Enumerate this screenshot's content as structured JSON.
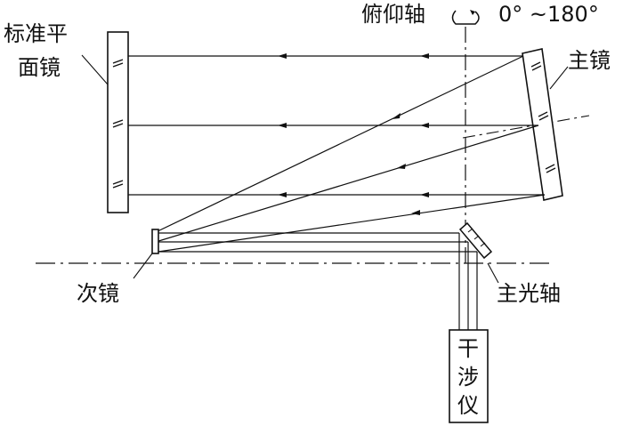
{
  "labels": {
    "flat_mirror": [
      "标准平",
      "面镜"
    ],
    "primary_mirror": "主镜",
    "pitch_axis": "俯仰轴",
    "angle_range": "0° ~180°",
    "secondary_mirror": "次镜",
    "main_optical_axis": "主光轴",
    "interferometer": [
      "干",
      "涉",
      "仪"
    ]
  },
  "colors": {
    "line": "#111111",
    "background": "#ffffff"
  }
}
